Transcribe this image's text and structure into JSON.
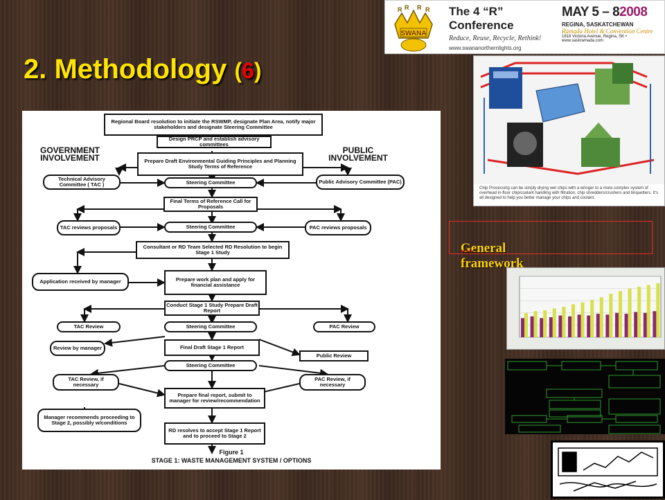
{
  "title": {
    "prefix": "2. Methodology ",
    "open": "(",
    "num": "6",
    "close": ")"
  },
  "banner": {
    "conf_title": "The 4 “R” Conference",
    "conf_tag": "Reduce, Reuse, Recycle, Rethink!",
    "conf_url": "www.swananorthernlights.org",
    "date": "MAY 5 – 8",
    "year": "2008",
    "city": "REGINA, SASKATCHEWAN",
    "venue": "Ramada Hotel & Convention Centre",
    "address": "1818 Victoria Avenue, Regina, SK • www.saskramada.com",
    "logo_text": "SWANA"
  },
  "flowchart": {
    "left_label": "GOVERNMENT\nINVOLVEMENT",
    "right_label": "PUBLIC\nINVOLVEMENT",
    "caption_fig": "Figure 1",
    "caption": "STAGE 1:   WASTE MANAGEMENT SYSTEM / OPTIONS",
    "boxes": {
      "b1": "Regional Board resolution to initiate the RSWMP, designate Plan Area, notify major stakeholders and designate Steering Committee",
      "b2": "Design PRCP and establish advisory committees",
      "b3": "Prepare Draft Environmental Guiding Principles and Planning Study Terms of Reference",
      "tac": "Technical Advisory Committee ( TAC )",
      "sc1": "Steering Committee",
      "pac": "Public Advisory Committee (PAC)",
      "b4": "Final Terms of Reference Call for Proposals",
      "tacrev": "TAC reviews proposals",
      "sc2": "Steering Committee",
      "pacrev": "PAC reviews proposals",
      "b5": "Consultant or RD Team Selected RD Resolution to begin Stage 1 Study",
      "app": "Application received by manager",
      "b6": "Prepare work plan and apply for financial assistance",
      "b7": "Conduct Stage 1 Study Prepare Draft Report",
      "tacr": "TAC Review",
      "sc3": "Steering Committee",
      "pacr": "PAC Review",
      "mgr": "Review by manager",
      "b8": "Final Draft Stage 1 Report",
      "pub": "Public Review",
      "sc4": "Steering Committee",
      "tacr2": "TAC Review, if necessary",
      "pacr2": "PAC Review, if necessary",
      "b9": "Prepare final report, submit to manager for review/recommendation",
      "mgr2": "Manager recommends proceeding to Stage 2, possibly w/conditions",
      "b10": "RD resolves to accept Stage 1 Report and to proceed to Stage 2"
    }
  },
  "machines_caption": "Chip Processing can be simply drying wet chips with a wringer to a more complex system of overhead in-floor chip/coolant handling with filtration, chip shredders/crushers and briquetters. It's all designed to help you better manage your chips and coolant.",
  "general_framework": {
    "text": "General framework",
    "dots": "…"
  },
  "bar_chart": {
    "series": [
      {
        "color": "#8b2a6b",
        "values": [
          22,
          24,
          22,
          23,
          25,
          24,
          26,
          25,
          27,
          26,
          28,
          27,
          29,
          28,
          30
        ]
      },
      {
        "color": "#d8e04a",
        "values": [
          28,
          30,
          31,
          33,
          35,
          38,
          40,
          43,
          46,
          50,
          53,
          56,
          58,
          60,
          62
        ]
      }
    ]
  }
}
